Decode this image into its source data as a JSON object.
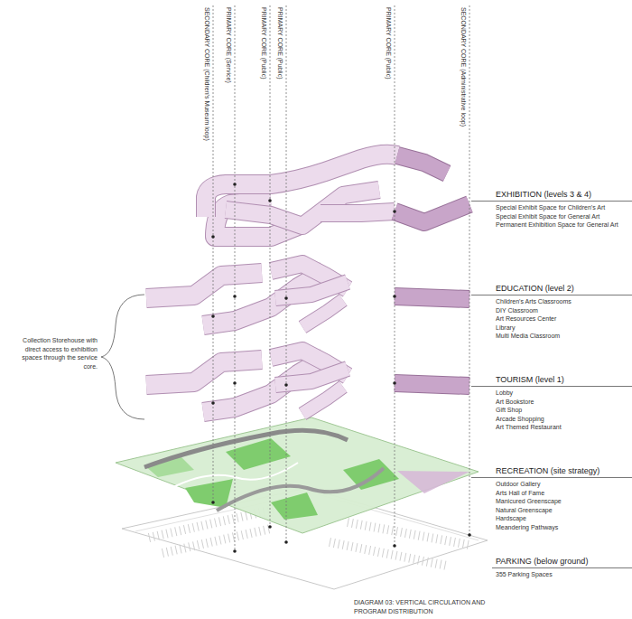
{
  "diagram": {
    "caption": "DIAGRAM 03: VERTICAL CIRCULATION AND PROGRAM DISTRIBUTION",
    "labels": [
      "SECONDARY CORE (Children's Museum loop)",
      "PRIMARY CORE (Service)",
      "PRIMARY CORE (Public)",
      "PRIMARY CORE (Public)",
      "PRIMARY CORE (Public)",
      "SECONDARY CORE (Administrative loop)",
      "EXHIBITION (levels 3 & 4)",
      "Special Exhibit Space for Children's Art",
      "Special Exhibit Space for General Art",
      "Permanent Exhibition Space for General Art",
      "EDUCATION (level 2)",
      "Children's Arts Classrooms",
      "DIY Classroom",
      "Art Resources Center",
      "Library",
      "Multi Media Classroom",
      "TOURISM (level 1)",
      "Lobby",
      "Art Bookstore",
      "Gift Shop",
      "Arcade Shopping",
      "Art Themed Restaurant",
      "RECREATION (site strategy)",
      "Outdoor Gallery",
      "Arts Hall of Fame",
      "Manicured Greenscape",
      "Natural Greenscape",
      "Hardscape",
      "Meandering Pathways",
      "PARKING (below ground)",
      "355 Parking Spaces",
      "Collection Storehouse with direct access to exhibition spaces through the service core."
    ]
  }
}
